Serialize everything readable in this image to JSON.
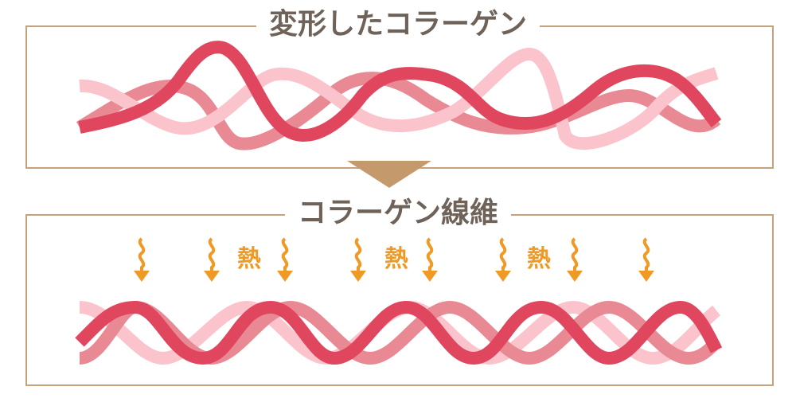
{
  "top_panel": {
    "title": "変形したコラーゲン"
  },
  "bottom_panel": {
    "title": "コラーゲン線維",
    "heat_labels": [
      "熱",
      "熱",
      "熱"
    ]
  },
  "colors": {
    "border": "#c6a27c",
    "title_text": "#6e6259",
    "arrow_connector": "#c49a6c",
    "heat": "#ef9a24",
    "strand_dark": "#e0475f",
    "strand_medium": "#e88993",
    "strand_light": "#fbc4cc"
  },
  "icons": {
    "heat_arrow": "wavy-down-arrow-icon",
    "connector": "down-triangle-icon"
  }
}
